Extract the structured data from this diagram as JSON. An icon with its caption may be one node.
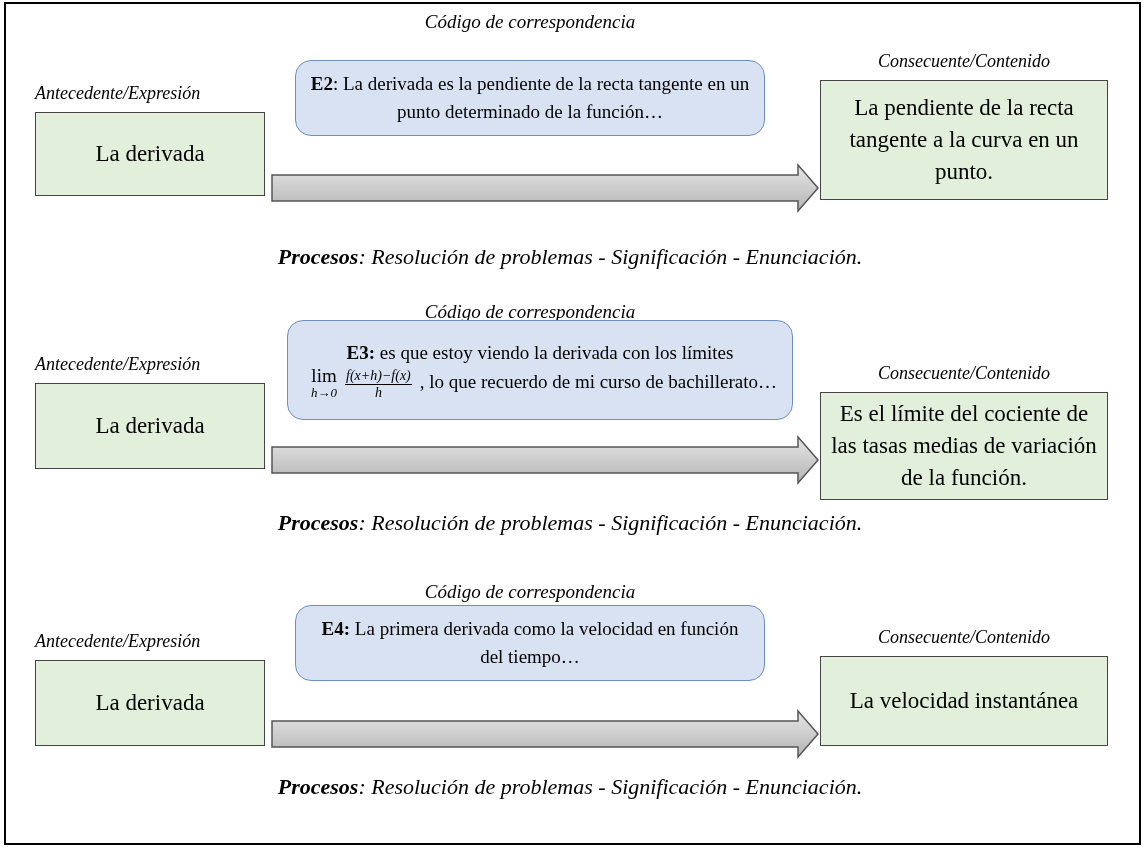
{
  "diagram": {
    "nodes": [
      {
        "text": [
          "**E2**: La derivada es la pendiente de la recta tangente en un punto determinado de la función…"
        ]
      },
      {
        "text": [
          "La derivada"
        ],
        "beside": [
          "Antecedente/Expresión"
        ]
      },
      {
        "text": [
          "La pendiente de la recta tangente a la curva en un punto."
        ],
        "beside": [
          "Consecuente/Contenido"
        ]
      },
      {
        "text": [
          "**E3:** es que estoy viendo la derivada con los límites",
          "lim",
          "h→0",
          "f(x+h)−f(x)",
          "h",
          ", lo que recuerdo de mi curso de bachillerato…"
        ]
      },
      {
        "text": [
          "La derivada"
        ],
        "beside": [
          "Antecedente/Expresión"
        ]
      },
      {
        "text": [
          "Es el límite del cociente de las tasas medias de variación de la función."
        ],
        "beside": [
          "Consecuente/Contenido"
        ]
      },
      {
        "text": [
          "**E4:** La primera derivada como la velocidad en función del tiempo…"
        ]
      },
      {
        "text": [
          "La derivada"
        ],
        "beside": [
          "Antecedente/Expresión"
        ]
      },
      {
        "text": [
          "La velocidad instantánea"
        ],
        "beside": [
          "Consecuente/Contenido"
        ]
      }
    ],
    "edges": [
      {
        "from": 1,
        "to": 2,
        "arrow": "to"
      },
      {
        "from": 4,
        "to": 5,
        "arrow": "to"
      },
      {
        "from": 7,
        "to": 8,
        "arrow": "to"
      }
    ],
    "labels": [
      "Código de correspondencia",
      "**Procesos**: Resolución de problemas - Significación - Enunciación.",
      "Código de correspondencia",
      "**Procesos**: Resolución de problemas - Significación - Enunciación.",
      "Código de correspondencia",
      "**Procesos**: Resolución de problemas - Significación - Enunciación."
    ]
  }
}
